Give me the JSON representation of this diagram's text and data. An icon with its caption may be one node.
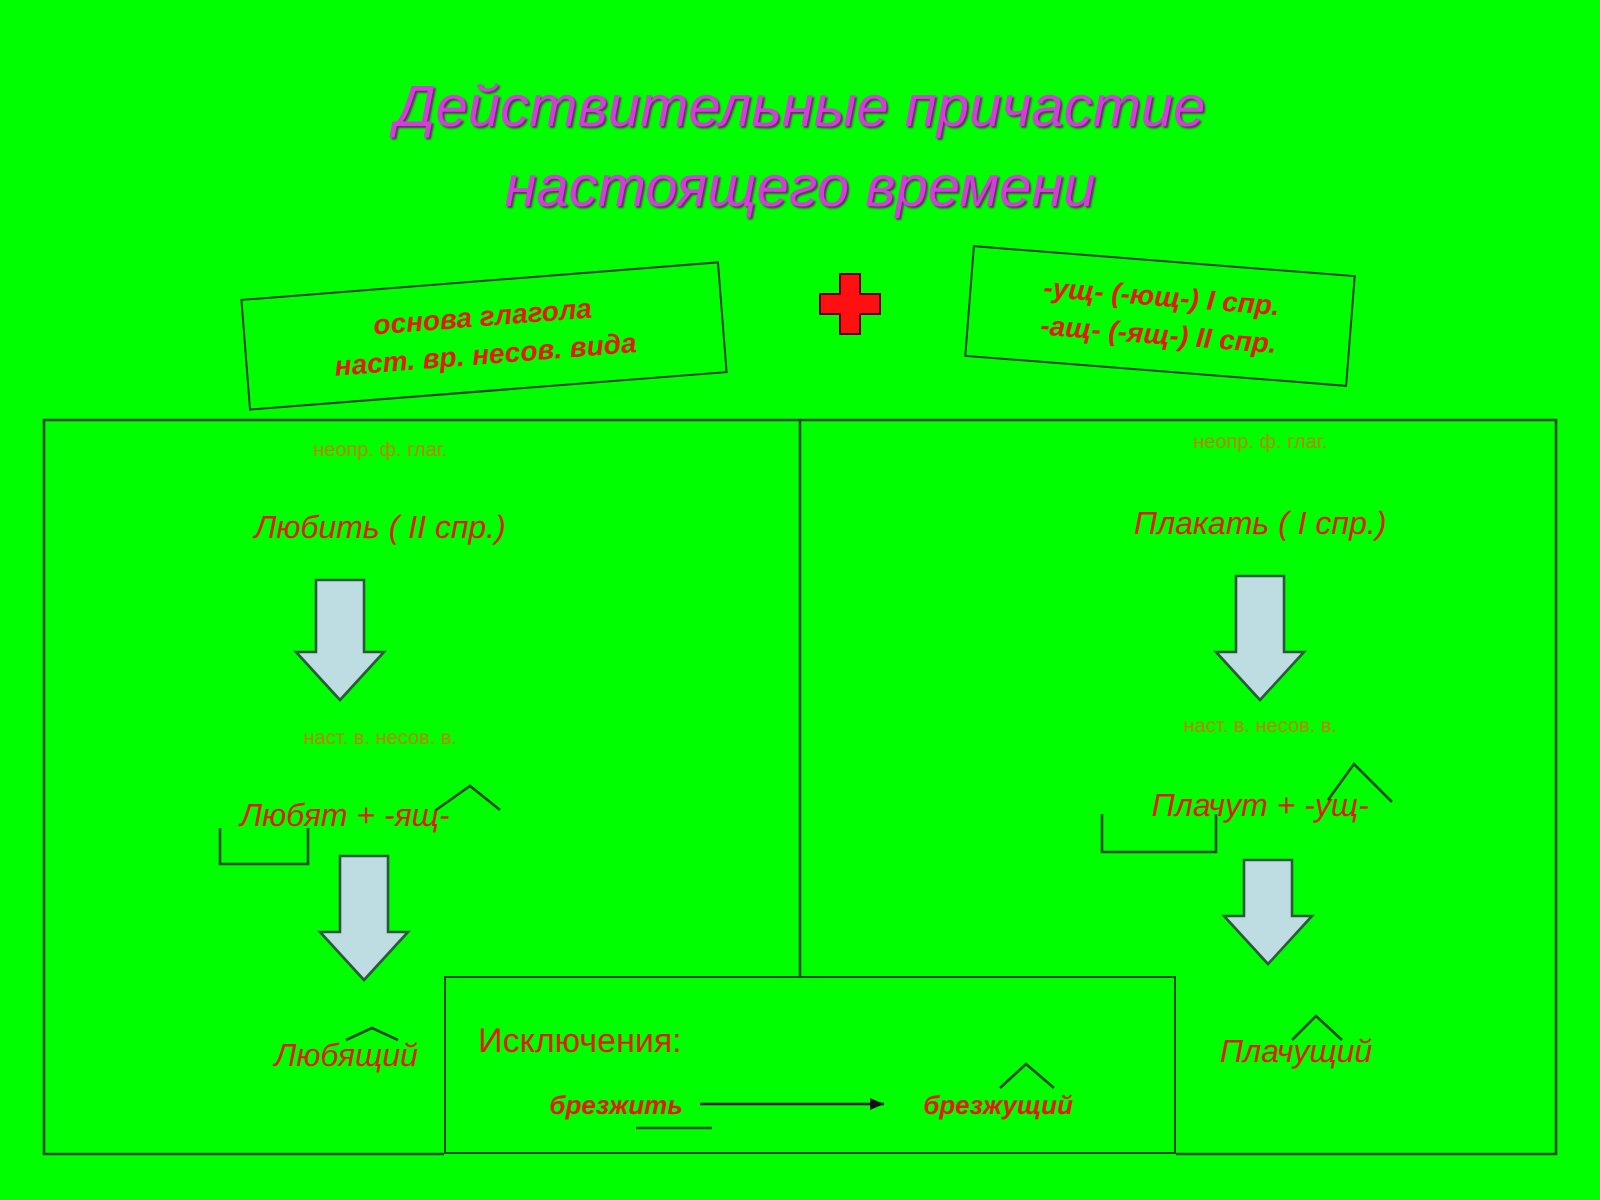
{
  "diagram": {
    "title": "Действительные причастие настоящего времени",
    "nodes": [
      {
        "text": [
          "основа глагола",
          "наст. вр. несов. вида"
        ]
      },
      {
        "text": [
          "-ущ- (-ющ-) I спр.",
          "-ащ- (-ящ-) II спр."
        ]
      },
      {
        "text": [
          "неопр. ф. глаг.",
          "Любить ( II спр.)"
        ]
      },
      {
        "text": [
          "наст. в. несов. в.",
          "Любят +  -ящ-"
        ]
      },
      {
        "text": [
          "Любящий"
        ]
      },
      {
        "text": [
          "неопр. ф. глаг.",
          "Плакать ( I спр.)"
        ]
      },
      {
        "text": [
          "наст. в. несов. в.",
          "Плачут +  -ущ-"
        ]
      },
      {
        "text": [
          "Плачущий"
        ]
      },
      {
        "text": [
          "Исключения:"
        ]
      },
      {
        "text": [
          "брезжить"
        ],
        "in": 8
      },
      {
        "text": [
          "брезжущий"
        ],
        "in": 8
      }
    ],
    "edges": [
      {
        "from": 2,
        "to": 3,
        "arrow": "to",
        "style": "thick"
      },
      {
        "from": 3,
        "to": 4,
        "arrow": "to",
        "style": "thick"
      },
      {
        "from": 5,
        "to": 6,
        "arrow": "to",
        "style": "thick"
      },
      {
        "from": 6,
        "to": 7,
        "arrow": "to",
        "style": "thick"
      },
      {
        "from": 9,
        "to": 10,
        "arrow": "to"
      }
    ]
  }
}
